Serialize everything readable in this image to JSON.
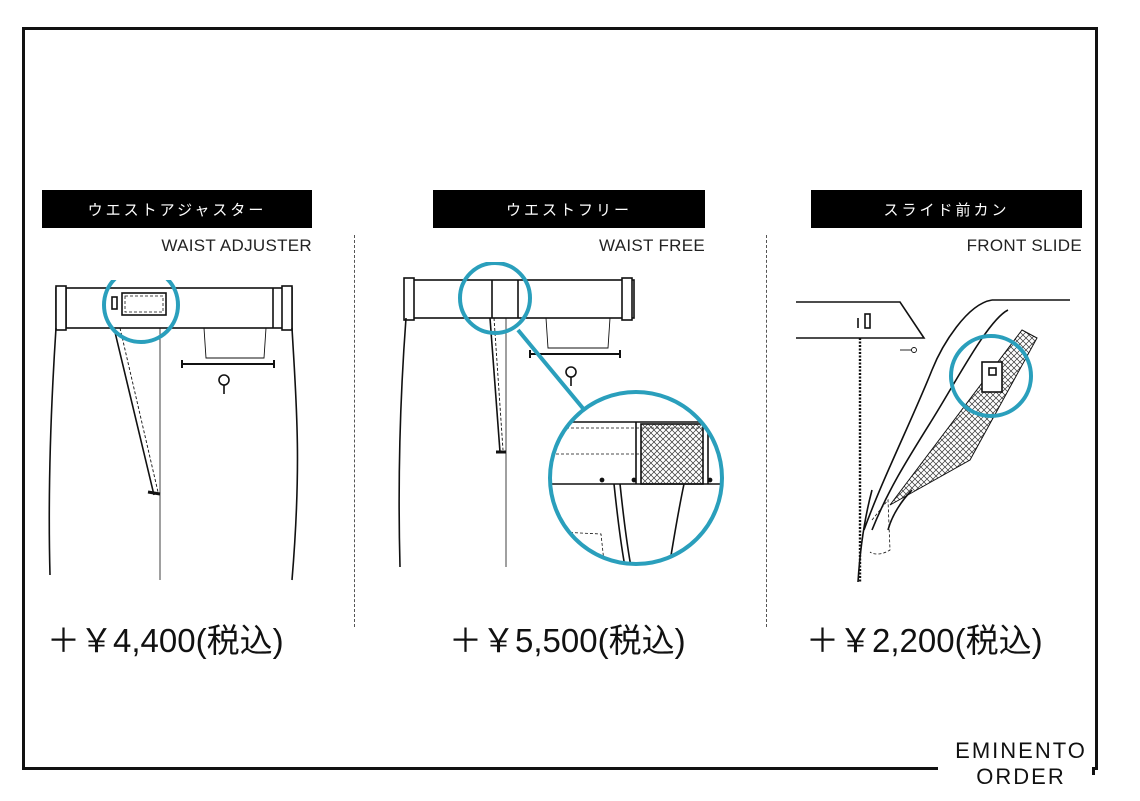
{
  "options": [
    {
      "title": "ウエストアジャスター",
      "subtitle": "WAIST ADJUSTER",
      "price": "＋￥4,400(税込)"
    },
    {
      "title": "ウエストフリー",
      "subtitle": "WAIST FREE",
      "price": "＋￥5,500(税込)"
    },
    {
      "title": "スライド前カン",
      "subtitle": "FRONT  SLIDE",
      "price": "＋￥2,200(税込)"
    }
  ],
  "logo": {
    "line1": "EMINENTO",
    "line2": "ORDER"
  },
  "colors": {
    "highlight": "#2a9fbc",
    "bar": "#000000",
    "line": "#111111"
  }
}
